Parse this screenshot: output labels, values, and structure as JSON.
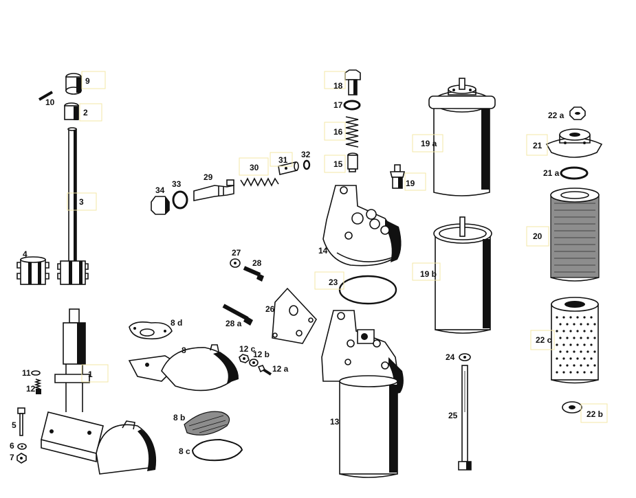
{
  "labels": {
    "l9": "9",
    "l10": "10",
    "l2": "2",
    "l3": "3",
    "l4": "4",
    "l1": "1",
    "l11": "11",
    "l12": "12",
    "l5": "5",
    "l6": "6",
    "l7": "7",
    "l34": "34",
    "l33": "33",
    "l29": "29",
    "l30": "30",
    "l31": "31",
    "l32": "32",
    "l27": "27",
    "l28": "28",
    "l28a": "28 a",
    "l26": "26",
    "l8d": "8 d",
    "l8": "8",
    "l12c": "12 c",
    "l12b": "12 b",
    "l12a": "12 a",
    "l8b": "8 b",
    "l8c": "8 c",
    "l18": "18",
    "l17": "17",
    "l16": "16",
    "l15": "15",
    "l19": "19",
    "l14": "14",
    "l23": "23",
    "l13": "13",
    "l19a": "19 a",
    "l19b": "19 b",
    "l24": "24",
    "l25": "25",
    "l22a": "22 a",
    "l21": "21",
    "l21a": "21 a",
    "l20": "20",
    "l22c": "22 c",
    "l22b": "22 b"
  },
  "icons": {
    "pump": "oil-pump-assembly-icon",
    "filter": "oil-filter-housing-icon",
    "canister": "filter-canister-icon",
    "element": "filter-element-icon"
  }
}
